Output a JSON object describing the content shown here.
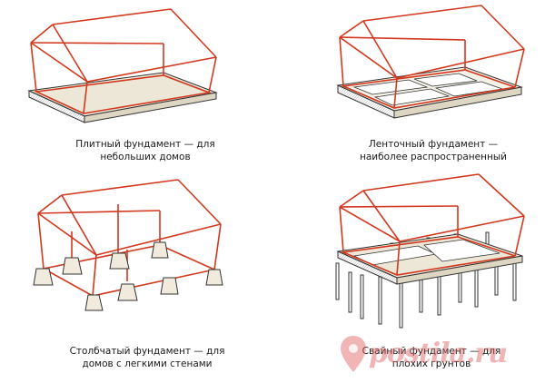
{
  "captions": {
    "slab": [
      "Плитный фундамент — для",
      "небольших домов"
    ],
    "strip": [
      "Ленточный фундамент —",
      "наиболее распространенный"
    ],
    "column": [
      "Столбчатый фундамент — для",
      "домов с легкими стенами"
    ],
    "pile": [
      "Свайный фундамент — для",
      "плохих грунтов"
    ]
  },
  "watermark": {
    "main": "postila",
    "tld": ".ru"
  },
  "colors": {
    "frame": "#d2381e",
    "outline": "#333333",
    "slab_fill": "#ece7d7",
    "watermark": "#e15a5a"
  }
}
